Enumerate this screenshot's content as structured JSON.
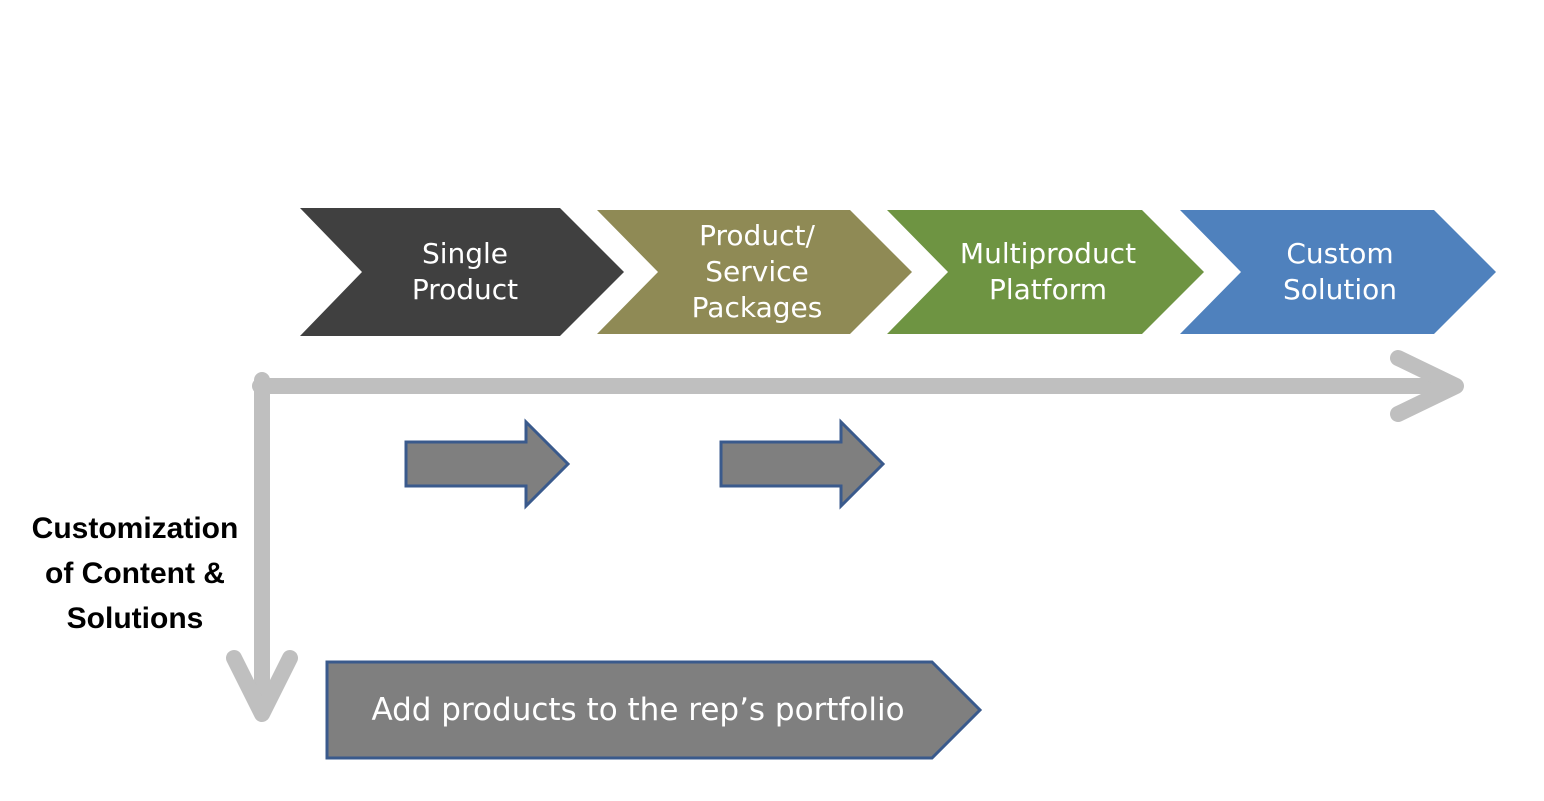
{
  "stages": [
    {
      "label": "Single\nProduct",
      "color": "#404040"
    },
    {
      "label": "Product/\nService\nPackages",
      "color": "#8f8a55"
    },
    {
      "label": "Multiproduct\nPlatform",
      "color": "#6e9442"
    },
    {
      "label": "Custom\nSolution",
      "color": "#4f81bd"
    }
  ],
  "vertical_axis_label": "Customization\nof Content &\nSolutions",
  "banner_label": "Add products to the rep’s portfolio",
  "colors": {
    "axis_arrow": "#bfbfbf",
    "block_arrow_fill": "#7f7f7f",
    "block_arrow_stroke": "#3a5a8c",
    "text_on_dark": "#ffffff"
  }
}
